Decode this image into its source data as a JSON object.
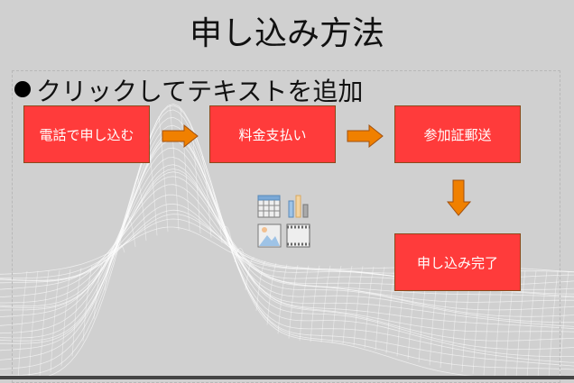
{
  "slide": {
    "title": "申し込み方法",
    "bullet_placeholder": "クリックしてテキストを追加",
    "steps": [
      "電話で申し込む",
      "料金支払い",
      "参加証郵送",
      "申し込み完了"
    ],
    "colors": {
      "box": "#ff3b3b",
      "arrow": "#f08000",
      "background": "#d0d0d0"
    },
    "content_icons": [
      "table-icon",
      "chart-icon",
      "picture-icon",
      "video-icon"
    ]
  }
}
